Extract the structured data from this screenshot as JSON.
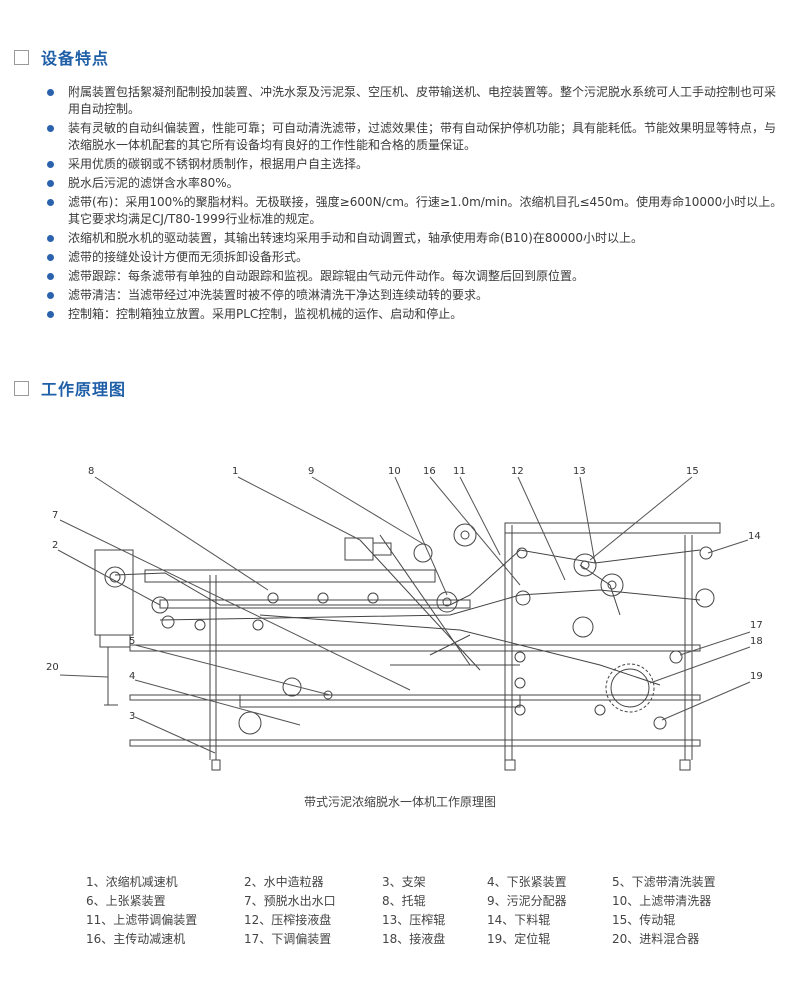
{
  "section1": {
    "title": "设备特点"
  },
  "features": [
    "附属装置包括絮凝剂配制投加装置、冲洗水泵及污泥泵、空压机、皮带输送机、电控装置等。整个污泥脱水系统可人工手动控制也可采用自动控制。",
    "装有灵敏的自动纠偏装置，性能可靠；可自动清洗滤带，过滤效果佳；带有自动保护停机功能；具有能耗低。节能效果明显等特点，与浓缩脱水一体机配套的其它所有设备均有良好的工作性能和合格的质量保证。",
    "采用优质的碳钢或不锈钢材质制作，根据用户自主选择。",
    "脱水后污泥的滤饼含水率80%。",
    "滤带(布)：采用100%的聚脂材料。无极联接，强度≥600N/cm。行速≥1.0m/min。浓缩机目孔≤450m。使用寿命10000小时以上。其它要求均满足CJ/T80-1999行业标准的规定。",
    "浓缩机和脱水机的驱动装置，其输出转速均采用手动和自动调置式，轴承使用寿命(B10)在80000小时以上。",
    "滤带的接缝处设计方便而无须拆卸设备形式。",
    "滤带跟踪：每条滤带有单独的自动跟踪和监视。跟踪辊由气动元件动作。每次调整后回到原位置。",
    "滤带清洁：当滤带经过冲洗装置时被不停的喷淋清洗干净达到连续动转的要求。",
    "控制箱：控制箱独立放置。采用PLC控制，监视机械的运作、启动和停止。"
  ],
  "section2": {
    "title": "工作原理图"
  },
  "diagram": {
    "caption": "带式污泥浓缩脱水一体机工作原理图",
    "callouts": [
      "1",
      "2",
      "3",
      "4",
      "5",
      "7",
      "8",
      "9",
      "10",
      "11",
      "12",
      "13",
      "14",
      "15",
      "16",
      "17",
      "18",
      "19",
      "20"
    ]
  },
  "legend": [
    "1、浓缩机减速机",
    "2、水中造粒器",
    "3、支架",
    "4、下张紧装置",
    "5、下滤带清洗装置",
    "6、上张紧装置",
    "7、预脱水出水口",
    "8、托辊",
    "9、污泥分配器",
    "10、上滤带清洗器",
    "11、上滤带调偏装置",
    "12、压榨接液盘",
    "13、压榨辊",
    "14、下料辊",
    "15、传动辊",
    "16、主传动减速机",
    "17、下调偏装置",
    "18、接液盘",
    "19、定位辊",
    "20、进料混合器"
  ]
}
